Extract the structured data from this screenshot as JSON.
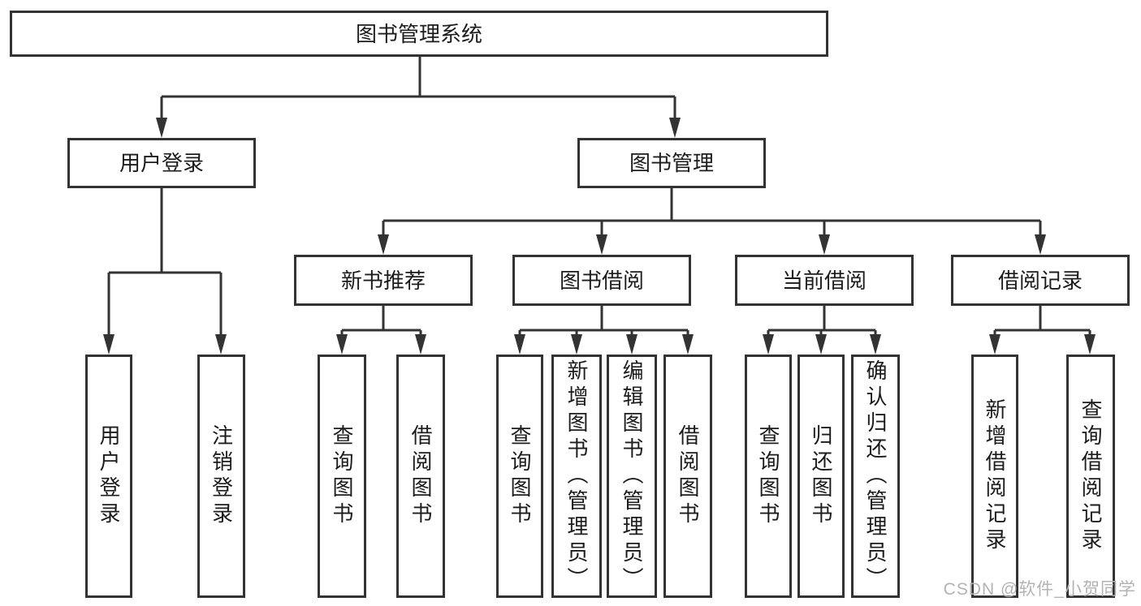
{
  "colors": {
    "background": "#ffffff",
    "line": "#333333",
    "box_border": "#333333",
    "text": "#1c1c1c",
    "watermark": "#b3b3b3"
  },
  "watermark": {
    "text": "CSDN @软件_小贺同学"
  },
  "tree": {
    "label": "图书管理系统",
    "children": [
      {
        "label": "用户登录",
        "children": [
          {
            "label": "用户登录"
          },
          {
            "label": "注销登录"
          }
        ]
      },
      {
        "label": "图书管理",
        "children": [
          {
            "label": "新书推荐",
            "children": [
              {
                "label": "查询图书"
              },
              {
                "label": "借阅图书"
              }
            ]
          },
          {
            "label": "图书借阅",
            "children": [
              {
                "label": "查询图书"
              },
              {
                "label": "新增图书（管理员）"
              },
              {
                "label": "编辑图书（管理员）"
              },
              {
                "label": "借阅图书"
              }
            ]
          },
          {
            "label": "当前借阅",
            "children": [
              {
                "label": "查询图书"
              },
              {
                "label": "归还图书"
              },
              {
                "label": "确认归还（管理员）"
              }
            ]
          },
          {
            "label": "借阅记录",
            "children": [
              {
                "label": "新增借阅记录"
              },
              {
                "label": "查询借阅记录"
              }
            ]
          }
        ]
      }
    ]
  }
}
